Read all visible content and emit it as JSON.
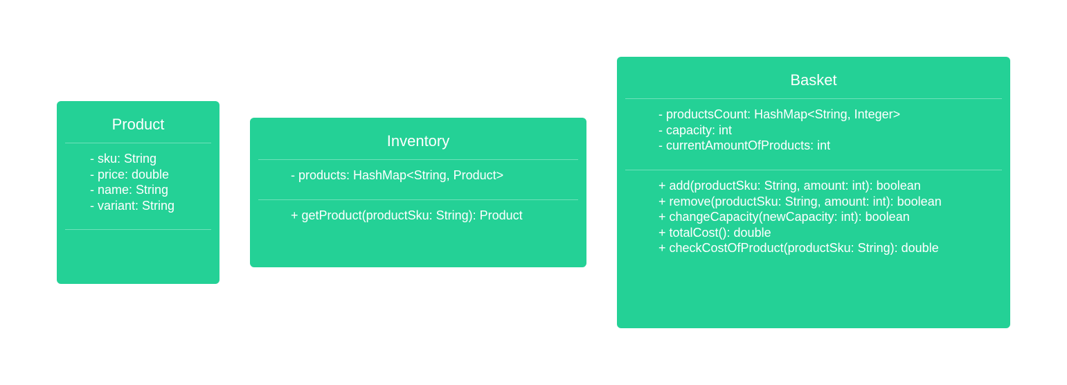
{
  "classes": {
    "product": {
      "name": "Product",
      "attributes": [
        "- sku: String",
        "- price: double",
        "- name: String",
        "- variant: String"
      ],
      "operations": []
    },
    "inventory": {
      "name": "Inventory",
      "attributes": [
        "- products: HashMap<String, Product>"
      ],
      "operations": [
        "+ getProduct(productSku: String): Product"
      ]
    },
    "basket": {
      "name": "Basket",
      "attributes": [
        "- productsCount: HashMap<String, Integer>",
        "- capacity: int",
        "- currentAmountOfProducts: int"
      ],
      "operations": [
        "+ add(productSku: String, amount: int): boolean",
        "+ remove(productSku: String, amount: int): boolean",
        "+ changeCapacity(newCapacity: int): boolean",
        "+ totalCost(): double",
        "+ checkCostOfProduct(productSku: String): double"
      ]
    }
  },
  "colors": {
    "box_fill": "#24d196",
    "text": "#ffffff",
    "background": "#ffffff"
  }
}
